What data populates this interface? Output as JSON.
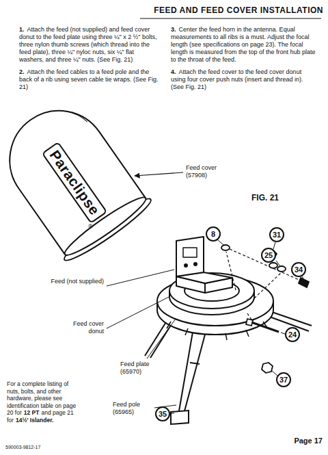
{
  "diagram": {
    "title": "FEED AND FEED COVER INSTALLATION",
    "nodes": [
      {
        "text": [
          "8"
        ]
      },
      {
        "text": [
          "31"
        ]
      },
      {
        "text": [
          "25"
        ]
      },
      {
        "text": [
          "34"
        ]
      },
      {
        "text": [
          "24"
        ]
      },
      {
        "text": [
          "37"
        ]
      },
      {
        "text": [
          "35"
        ]
      }
    ],
    "labels": [
      "1.",
      "Attach the feed (not supplied) and feed cover donut to the feed plate using three ¼\" x 2 ½\" bolts, three nylon thumb screws (which thread into the feed plate), three ¼\" nyloc nuts, six ¼\" flat washers, and three ¼\" nuts. (See Fig. 21)",
      "2.",
      "Attach the feed cables to a feed pole and the back of a rib using seven cable tie wraps. (See Fig. 21)",
      "3.",
      "Center the feed horn in the antenna. Equal measurements to all ribs is a must. Adjust the focal length (see specifications on page 23). The focal length is measured from the top of the front hub plate to the throat of the feed.",
      "4.",
      "Attach the feed cover to the feed cover donut using four cover push nuts (insert and thread in). (See Fig. 21)",
      "FIG. 21",
      "Feed cover (57908)",
      "Paraclipse",
      "®",
      "Feed (not supplied)",
      "Feed cover donut",
      "Feed plate (65970)",
      "Feed pole (65965)",
      "For a complete listing of nuts, bolts, and other hardware, please see identification table on page 20 for",
      "12 PT",
      "and page 21 for",
      "14½' Islander",
      ".",
      "590003-9812-17",
      "Page 17"
    ]
  }
}
